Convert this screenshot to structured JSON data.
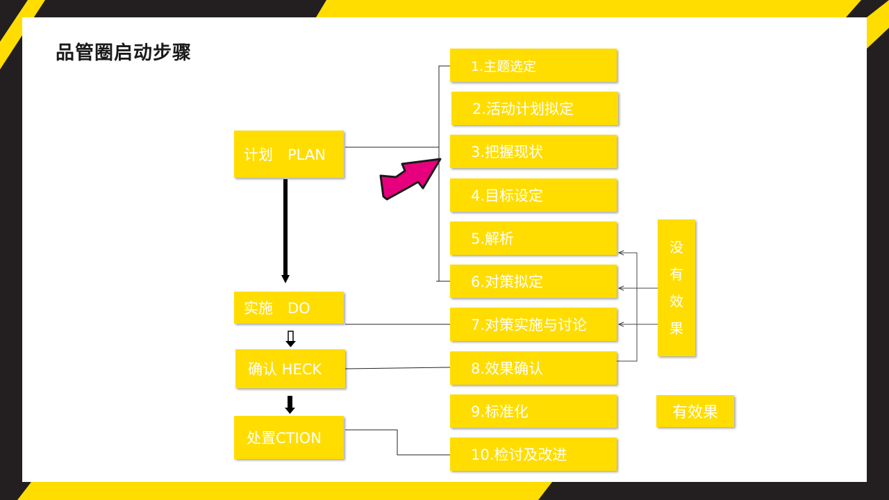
{
  "title": "品管圈启动步骤",
  "phases": {
    "plan": "计划　PLAN",
    "do": "实施　DO",
    "check": "确认 HECK",
    "action": "处置CTION"
  },
  "steps": [
    "1.主题选定",
    "2.活动计划拟定",
    "3.把握现状",
    "4.目标设定",
    "5.解析",
    "6.对策拟定",
    "7.对策实施与讨论",
    "8.效果确认",
    "9.标准化",
    "10.检讨及改进"
  ],
  "no_effect": [
    "没",
    "有",
    "效",
    "果"
  ],
  "effect": "有效果",
  "colors": {
    "box": "#ffdd00",
    "stripe": "#ffdd00",
    "frame": "#231f20",
    "arrow": "#e6007e"
  }
}
